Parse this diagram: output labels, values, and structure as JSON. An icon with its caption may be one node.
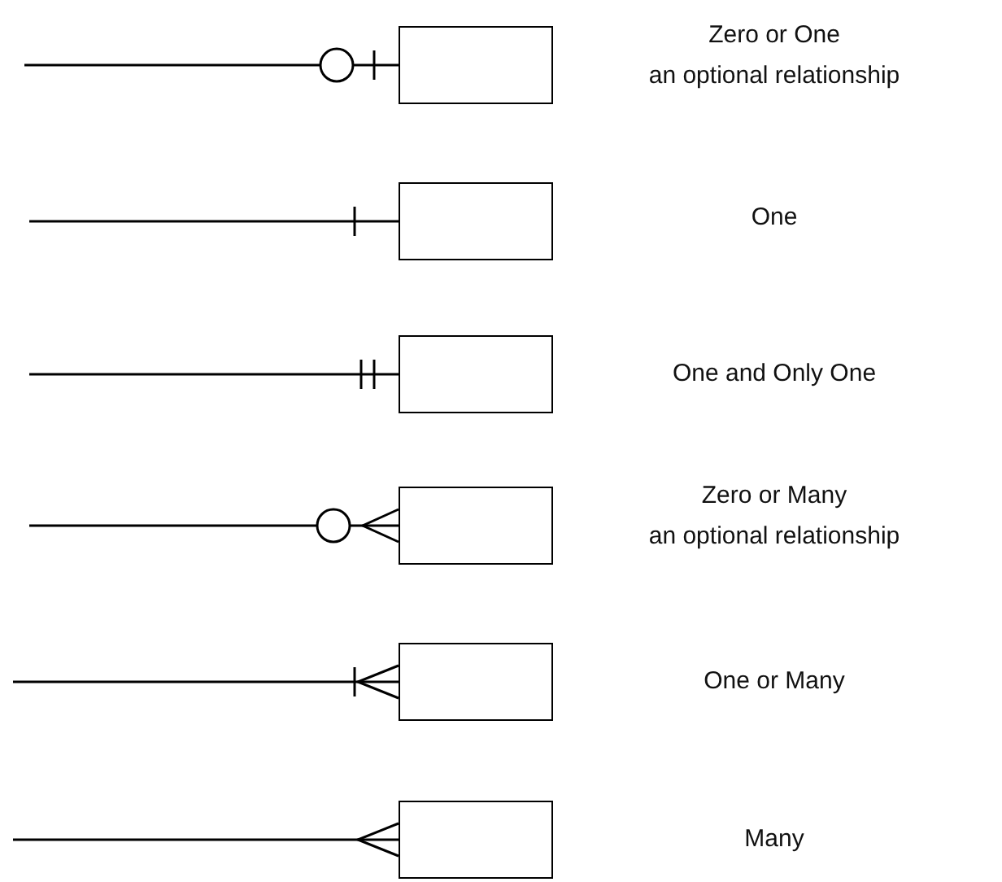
{
  "diagram": {
    "nodes": [
      {
        "text": [],
        "shape": "box"
      },
      {
        "text": [],
        "shape": "box"
      },
      {
        "text": [],
        "shape": "box"
      },
      {
        "text": [],
        "shape": "box"
      },
      {
        "text": [],
        "shape": "box"
      },
      {
        "text": [],
        "shape": "box"
      }
    ],
    "edges": [
      {
        "from": null,
        "to": 0,
        "arrow": "other"
      },
      {
        "from": null,
        "to": 1,
        "arrow": "other"
      },
      {
        "from": null,
        "to": 2,
        "arrow": "other"
      },
      {
        "from": null,
        "to": 3,
        "arrow": "other"
      },
      {
        "from": null,
        "to": 4,
        "arrow": "other"
      },
      {
        "from": null,
        "to": 5,
        "arrow": "other"
      }
    ],
    "labels": [
      "Zero or One",
      "an optional relationship",
      "One",
      "One and Only One",
      "Zero or Many",
      "an optional relationship",
      "One or Many",
      "Many"
    ]
  }
}
